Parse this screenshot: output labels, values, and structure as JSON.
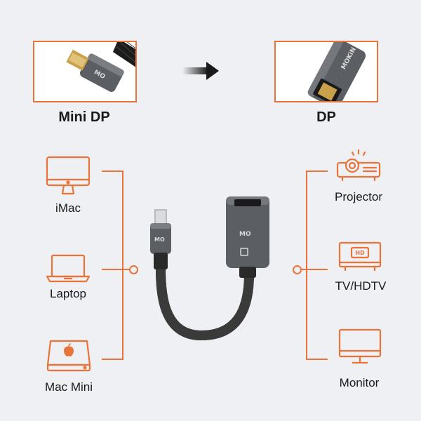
{
  "top": {
    "left_label": "Mini DP",
    "right_label": "DP"
  },
  "left_devices": [
    {
      "label": "iMac",
      "icon": "imac-icon"
    },
    {
      "label": "Laptop",
      "icon": "laptop-icon"
    },
    {
      "label": "Mac Mini",
      "icon": "mac-mini-icon"
    }
  ],
  "right_devices": [
    {
      "label": "Projector",
      "icon": "projector-icon"
    },
    {
      "label": "TV/HDTV",
      "icon": "tv-icon"
    },
    {
      "label": "Monitor",
      "icon": "monitor-icon"
    }
  ],
  "tv_badge": "HD",
  "colors": {
    "accent": "#e8743a",
    "background": "#eef0f3",
    "cable": "#1c1c1c",
    "housing": "#5b5e63"
  }
}
